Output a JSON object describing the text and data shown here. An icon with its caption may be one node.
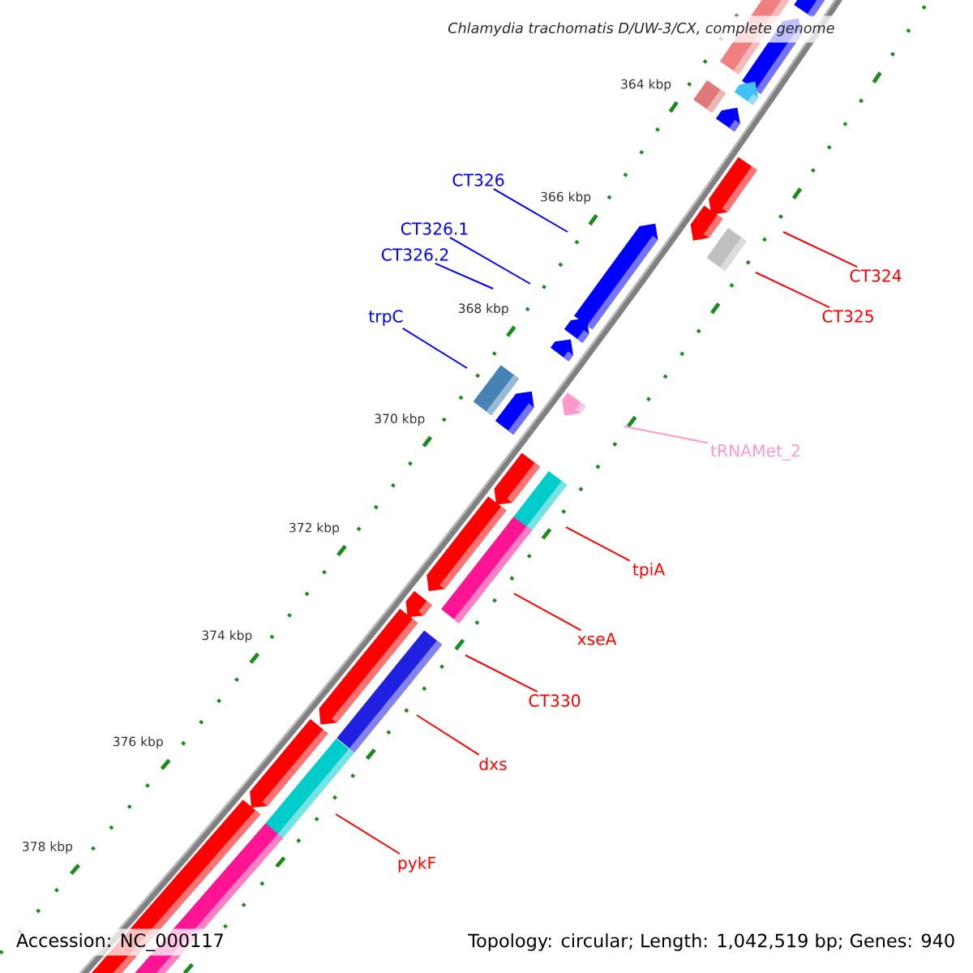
{
  "diagram": {
    "title": "Chlamydia trachomatis D/UW-3/CX, complete genome",
    "nodes": [
      {
        "text": [
          "CT326"
        ]
      },
      {
        "text": [
          "CT326.1"
        ]
      },
      {
        "text": [
          "CT326.2"
        ]
      },
      {
        "text": [
          "CT324"
        ]
      },
      {
        "text": [
          "CT325"
        ]
      },
      {
        "text": [
          "trpC"
        ]
      },
      {
        "text": [
          "tRNAMet_2"
        ]
      },
      {
        "text": [
          "tpiA"
        ]
      },
      {
        "text": [
          "xseA"
        ]
      },
      {
        "text": [
          "CT330"
        ]
      },
      {
        "text": [
          "dxs"
        ]
      },
      {
        "text": [
          "pykF"
        ]
      }
    ],
    "edges": [
      {
        "from": 0,
        "to": null,
        "arrow": "none",
        "color": "#0000ff"
      },
      {
        "from": 1,
        "to": null,
        "arrow": "none",
        "color": "#0000ff"
      },
      {
        "from": 2,
        "to": null,
        "arrow": "none",
        "color": "#0000ff"
      },
      {
        "from": 3,
        "to": null,
        "arrow": "none"
      },
      {
        "from": 4,
        "to": null,
        "arrow": "none"
      },
      {
        "from": 5,
        "to": null,
        "arrow": "none",
        "color": "#0000ff"
      },
      {
        "from": 6,
        "to": null,
        "arrow": "none",
        "color": "#ff99cc"
      },
      {
        "from": 7,
        "to": null,
        "arrow": "none"
      },
      {
        "from": 8,
        "to": null,
        "arrow": "none"
      },
      {
        "from": 9,
        "to": null,
        "arrow": "none"
      },
      {
        "from": 10,
        "to": null,
        "arrow": "none"
      },
      {
        "from": 11,
        "to": null,
        "arrow": "none"
      }
    ],
    "labels": [
      "364 kbp",
      "366 kbp",
      "368 kbp",
      "370 kbp",
      "372 kbp",
      "374 kbp",
      "376 kbp",
      "378 kbp",
      "Accession: NC_000117",
      "Topology: circular; Length: 1,042,519 bp; Genes: 940"
    ]
  }
}
